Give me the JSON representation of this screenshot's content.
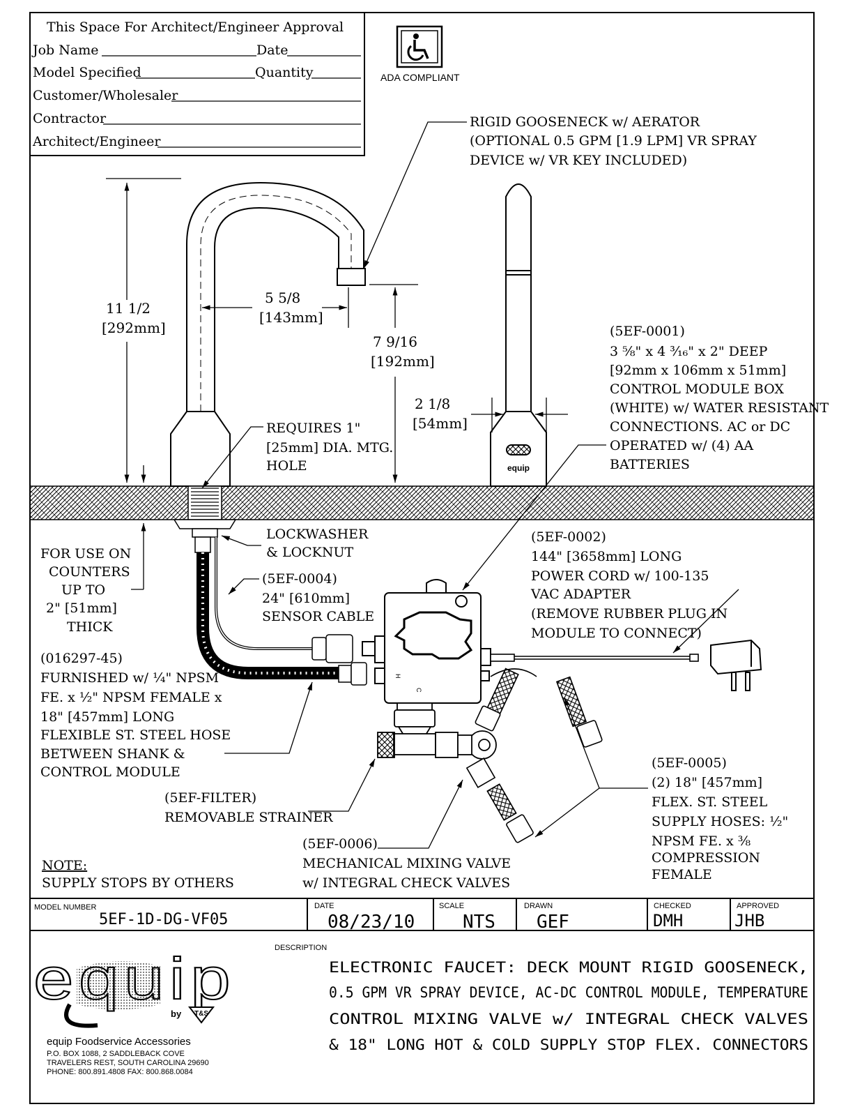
{
  "approval_box": {
    "title": "This Space For Architect/Engineer Approval",
    "job_name": "Job Name",
    "date": "Date",
    "model_specified": "Model Specified",
    "quantity": "Quantity",
    "customer": "Customer/Wholesaler",
    "contractor": "Contractor",
    "architect": "Architect/Engineer"
  },
  "ada": {
    "label": "ADA COMPLIANT"
  },
  "callouts": {
    "gooseneck": [
      "RIGID GOOSENECK w/ AERATOR",
      "(OPTIONAL 0.5 GPM [1.9 LPM] VR SPRAY",
      "DEVICE w/ VR KEY INCLUDED)"
    ],
    "height": [
      "11 1/2",
      "[292mm]"
    ],
    "reach": [
      "5 5/8",
      "[143mm]"
    ],
    "spout_height": [
      "7 9/16",
      "[192mm]"
    ],
    "base_width": [
      "2 1/8",
      "[54mm]"
    ],
    "control_box": [
      "(5EF-0001)",
      "3 ⅝\" x 4 ³⁄₁₆\" x 2\" DEEP",
      "[92mm x 106mm x 51mm]",
      "CONTROL MODULE BOX",
      "(WHITE) w/ WATER RESISTANT",
      "CONNECTIONS. AC or DC",
      "OPERATED w/ (4) AA",
      "BATTERIES"
    ],
    "mtg_hole": [
      "REQUIRES 1\"",
      "[25mm] DIA. MTG.",
      "HOLE"
    ],
    "lockwasher": [
      "LOCKWASHER",
      "& LOCKNUT"
    ],
    "counters": [
      "FOR USE ON",
      "COUNTERS",
      "UP TO",
      "2\" [51mm]",
      "THICK"
    ],
    "power_cord": [
      "(5EF-0002)",
      "144\" [3658mm] LONG",
      "POWER CORD w/ 100-135",
      "VAC ADAPTER",
      "(REMOVE RUBBER PLUG IN",
      "MODULE TO CONNECT)"
    ],
    "sensor_cable": [
      "(5EF-0004)",
      "24\" [610mm]",
      "SENSOR CABLE"
    ],
    "hose": [
      "(016297-45)",
      "FURNISHED w/ ¼\" NPSM",
      "FE. x ½\" NPSM FEMALE x",
      "18\" [457mm] LONG",
      "FLEXIBLE ST. STEEL HOSE",
      "BETWEEN SHANK &",
      "CONTROL MODULE"
    ],
    "supply_hoses": [
      "(5EF-0005)",
      "(2) 18\" [457mm]",
      "FLEX. ST. STEEL",
      "SUPPLY HOSES: ½\"",
      "NPSM FE.  x ⅜",
      "COMPRESSION",
      "FEMALE"
    ],
    "strainer": [
      "(5EF-FILTER)",
      "REMOVABLE STRAINER"
    ],
    "mixing_valve": [
      "(5EF-0006)",
      "MECHANICAL MIXING VALVE",
      "w/ INTEGRAL CHECK VALVES"
    ],
    "note_title": "NOTE:",
    "note_body": "SUPPLY STOPS BY OTHERS"
  },
  "part_labels": {
    "module_logo": "equip",
    "arrow_hot": "H",
    "arrow_cold": "C"
  },
  "title_block": {
    "model_number_label": "MODEL NUMBER",
    "model_number": "5EF-1D-DG-VF05",
    "date_label": "DATE",
    "date": "08/23/10",
    "scale_label": "SCALE",
    "scale": "NTS",
    "drawn_label": "DRAWN",
    "drawn": "GEF",
    "checked_label": "CHECKED",
    "checked": "DMH",
    "approved_label": "APPROVED",
    "approved": "JHB",
    "description_label": "DESCRIPTION",
    "description": [
      "ELECTRONIC FAUCET: DECK MOUNT RIGID GOOSENECK,",
      "0.5 GPM VR SPRAY DEVICE, AC-DC CONTROL MODULE, TEMPERATURE",
      "CONTROL MIXING VALVE w/ INTEGRAL CHECK VALVES",
      "& 18\" LONG HOT & COLD SUPPLY STOP FLEX. CONNECTORS"
    ]
  },
  "company": {
    "logo": "equip",
    "by": "by",
    "ts": "T&S",
    "name": "equip Foodservice Accessories",
    "address1": "P.O. BOX 1088, 2 SADDLEBACK COVE",
    "address2": "TRAVELERS REST, SOUTH CAROLINA 29690",
    "phone": "PHONE: 800.891.4808    FAX: 800.868.0084"
  }
}
